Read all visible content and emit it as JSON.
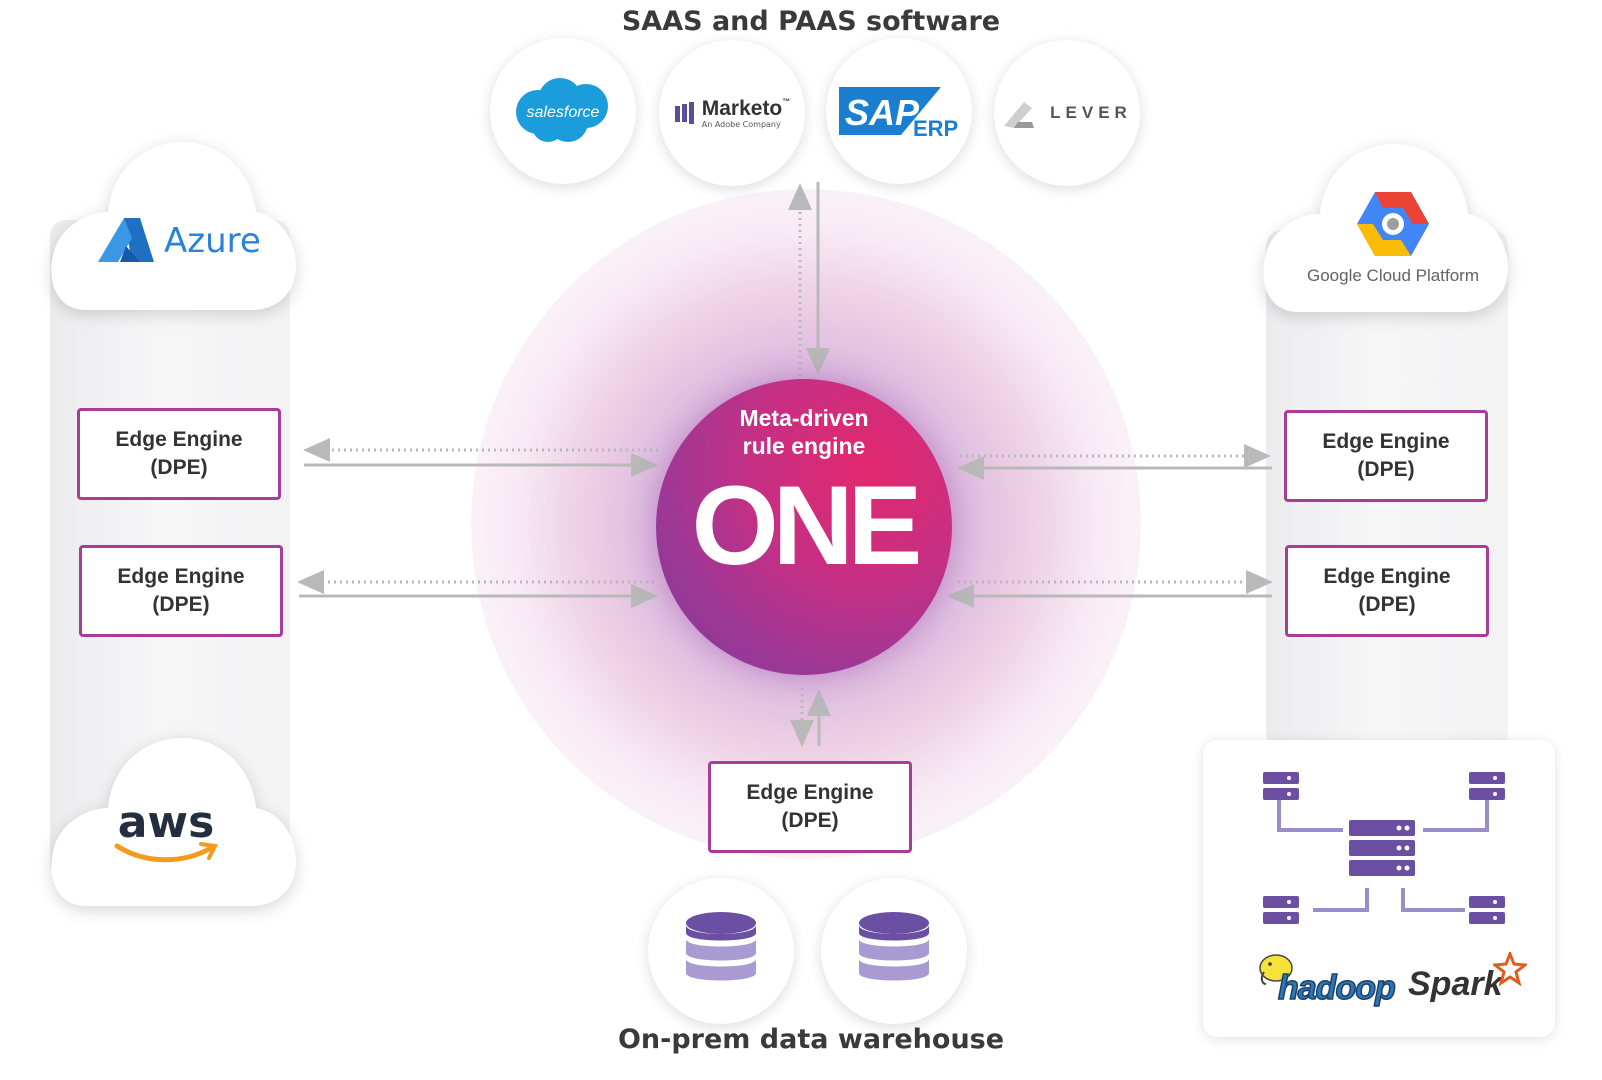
{
  "sections": {
    "saas_title": "SAAS and PAAS software",
    "onprem_title": "On-prem data warehouse"
  },
  "core": {
    "subtitle_line1": "Meta-driven",
    "subtitle_line2": "rule engine",
    "title": "ONE"
  },
  "saas_logos": [
    {
      "name": "salesforce",
      "text": "salesforce",
      "color": "#1b9ddb"
    },
    {
      "name": "marketo",
      "text": "Marketo",
      "sub": "An Adobe Company",
      "tm": "™",
      "color": "#5c4c9f"
    },
    {
      "name": "sap-erp",
      "text": "SAP",
      "sub": "ERP",
      "color": "#1a7fd1"
    },
    {
      "name": "lever",
      "text": "LEVER",
      "color": "#555555"
    }
  ],
  "clouds": {
    "azure": {
      "text": "Azure",
      "color": "#2c82d6"
    },
    "aws": {
      "text": "aws",
      "color": "#232f3e",
      "smile_color": "#f49a1e"
    },
    "gcp": {
      "text": "Google Cloud Platform"
    }
  },
  "edge_engines": [
    {
      "id": "left-top",
      "line1": "Edge Engine",
      "line2": "(DPE)"
    },
    {
      "id": "left-bottom",
      "line1": "Edge Engine",
      "line2": "(DPE)"
    },
    {
      "id": "right-top",
      "line1": "Edge Engine",
      "line2": "(DPE)"
    },
    {
      "id": "right-bottom",
      "line1": "Edge Engine",
      "line2": "(DPE)"
    },
    {
      "id": "bottom",
      "line1": "Edge Engine",
      "line2": "(DPE)"
    }
  ],
  "big_data": {
    "hadoop": "hadoop",
    "spark": "Spark",
    "server_color": "#6a4fa3",
    "link_color": "#9c8cc8"
  },
  "colors": {
    "edge_border": "#a83d97",
    "arrow": "#b9b9b9",
    "db_top": "#6a4fa3",
    "db_body": "#a99ad1"
  }
}
